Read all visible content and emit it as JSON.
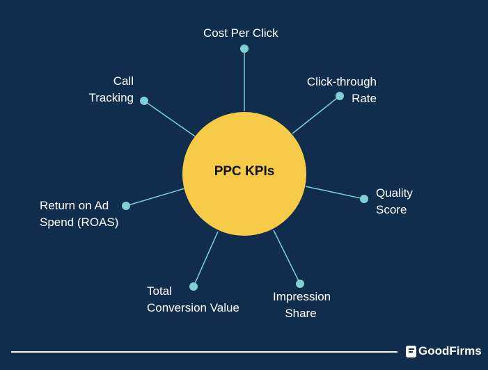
{
  "colors": {
    "background": "#112d4e",
    "center_circle": "#f5cb48",
    "connector": "#7fd0d6",
    "text": "#ffffff"
  },
  "center": {
    "label": "PPC KPIs"
  },
  "nodes": [
    {
      "id": "cpc",
      "line1": "Cost Per Click",
      "line2": ""
    },
    {
      "id": "ctr",
      "line1": "Click-through",
      "line2": "Rate"
    },
    {
      "id": "qs",
      "line1": "Quality",
      "line2": "Score"
    },
    {
      "id": "is",
      "line1": "Impression",
      "line2": "Share"
    },
    {
      "id": "tcv",
      "line1": "Total",
      "line2": "Conversion Value"
    },
    {
      "id": "roas",
      "line1": "Return on Ad",
      "line2": "Spend (ROAS)"
    },
    {
      "id": "ct",
      "line1": "Call",
      "line2": "Tracking"
    }
  ],
  "footer": {
    "brand": "GoodFirms"
  }
}
